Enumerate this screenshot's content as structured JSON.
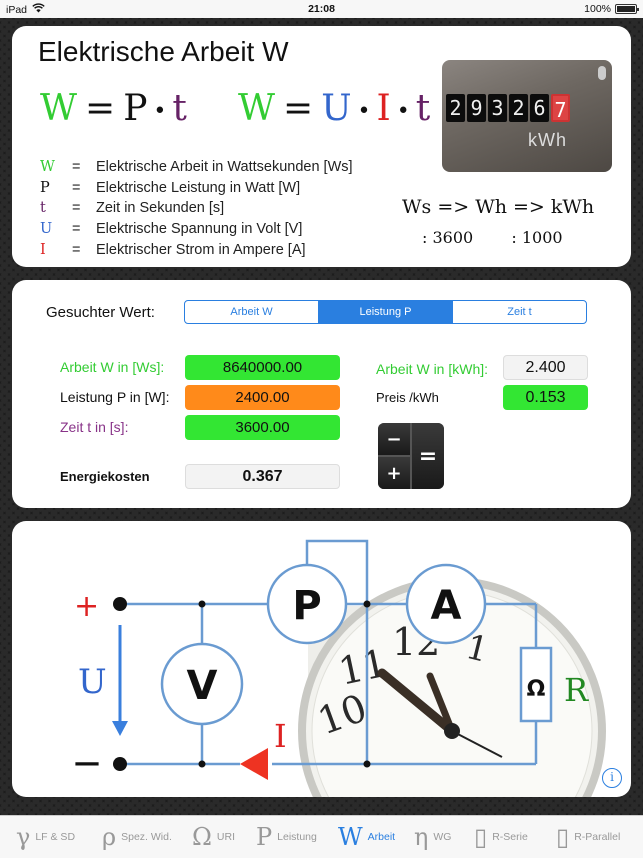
{
  "status": {
    "carrier": "iPad",
    "time": "21:08",
    "battery": "100%"
  },
  "top": {
    "title": "Elektrische Arbeit W",
    "formula1": {
      "w": "W",
      "eq": "=",
      "p": "P",
      "t": "t"
    },
    "formula2": {
      "w": "W",
      "eq": "=",
      "u": "U",
      "i": "I",
      "t": "t"
    },
    "legend": [
      {
        "sym": "W",
        "color": "#33cc33",
        "eq": "=",
        "text": "Elektrische Arbeit in Wattsekunden [Ws]"
      },
      {
        "sym": "P",
        "color": "#111111",
        "eq": "=",
        "text": "Elektrische Leistung in Watt [W]"
      },
      {
        "sym": "t",
        "color": "#662266",
        "eq": "=",
        "text": "Zeit in Sekunden [s]"
      },
      {
        "sym": "U",
        "color": "#3366cc",
        "eq": "=",
        "text": "Elektrische Spannung in Volt [V]"
      },
      {
        "sym": "I",
        "color": "#dd2222",
        "eq": "=",
        "text": "Elektrischer Strom in Ampere [A]"
      }
    ],
    "meter": {
      "digits": [
        "2",
        "9",
        "3",
        "2",
        "6",
        "7"
      ],
      "unit": "kWh"
    },
    "conversion": {
      "line1": "Ws  =>  Wh   =>  kWh",
      "d1": ": 3600",
      "d2": ": 1000"
    }
  },
  "calc": {
    "search_label": "Gesuchter Wert:",
    "segments": [
      "Arbeit W",
      "Leistung P",
      "Zeit t"
    ],
    "active_segment": 1,
    "arbeit_ws_label": "Arbeit W in [Ws]:",
    "arbeit_ws_value": "8640000.00",
    "leistung_label": "Leistung P in [W]:",
    "leistung_value": "2400.00",
    "zeit_label": "Zeit t in [s]:",
    "zeit_value": "3600.00",
    "arbeit_kwh_label": "Arbeit W in [kWh]:",
    "arbeit_kwh_value": "2.400",
    "preis_label": "Preis /kWh",
    "preis_value": "0.153",
    "kosten_label": "Energiekosten",
    "kosten_value": "0.367",
    "calc_keys": [
      "−",
      "+",
      "="
    ]
  },
  "circuit": {
    "plus": "+",
    "minus": "—",
    "u": "U",
    "v": "V",
    "p": "P",
    "a": "A",
    "i": "I",
    "omega": "Ω",
    "r": "R",
    "clock_numbers": [
      "10",
      "11",
      "12",
      "1"
    ],
    "info": "i"
  },
  "tabs": [
    {
      "icon": "γ",
      "label": "LF & SD"
    },
    {
      "icon": "ρ",
      "label": "Spez. Wid."
    },
    {
      "icon": "Ω",
      "label": "URI"
    },
    {
      "icon": "P",
      "label": "Leistung"
    },
    {
      "icon": "W",
      "label": "Arbeit"
    },
    {
      "icon": "η",
      "label": "WG"
    },
    {
      "icon": "▯",
      "label": "R-Serie"
    },
    {
      "icon": "▯",
      "label": "R-Parallel"
    }
  ],
  "active_tab": 4,
  "colors": {
    "accent": "#2a7fe0",
    "green": "#33e633",
    "orange": "#ff8a1a"
  }
}
